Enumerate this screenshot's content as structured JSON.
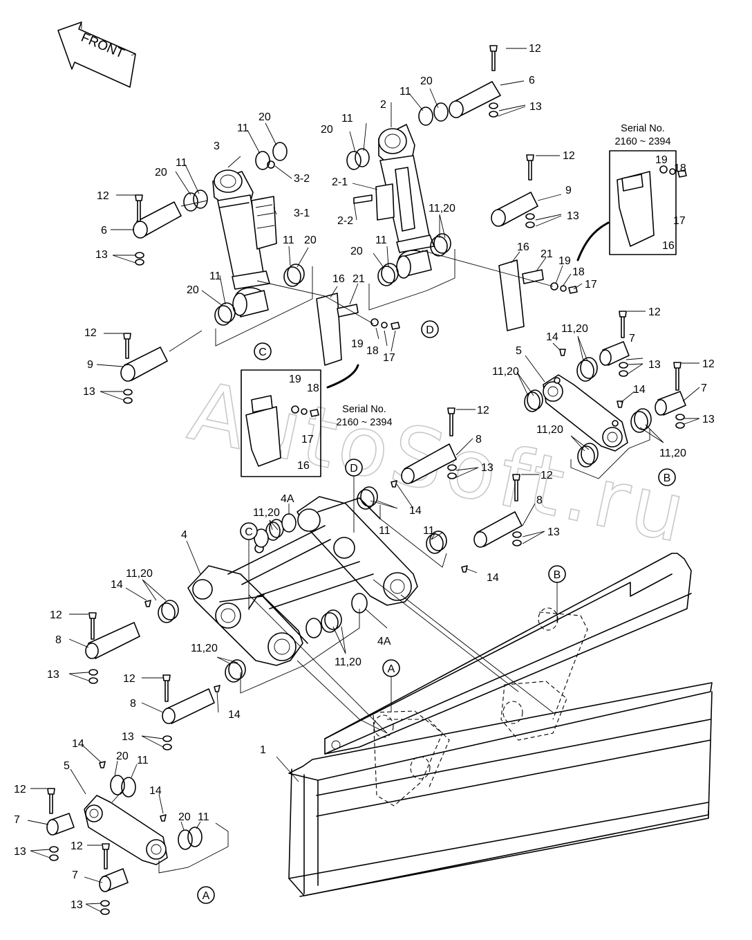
{
  "front_label": "FRONT",
  "watermark": "AutoSoft.ru",
  "serial_text": "Serial No.",
  "serial_range": "2160 ~ 2394",
  "detail_letters": [
    "A",
    "B",
    "C",
    "D"
  ],
  "callouts": {
    "n1": "1",
    "n2": "2",
    "n2_1": "2-1",
    "n2_2": "2-2",
    "n3": "3",
    "n3_1": "3-1",
    "n3_2": "3-2",
    "n4": "4",
    "n4A": "4A",
    "n5": "5",
    "n6": "6",
    "n7": "7",
    "n8": "8",
    "n9": "9",
    "n11": "11",
    "n11_20": "11,20",
    "n12": "12",
    "n13": "13",
    "n14": "14",
    "n16": "16",
    "n17": "17",
    "n18": "18",
    "n19": "19",
    "n20": "20",
    "n21": "21"
  }
}
